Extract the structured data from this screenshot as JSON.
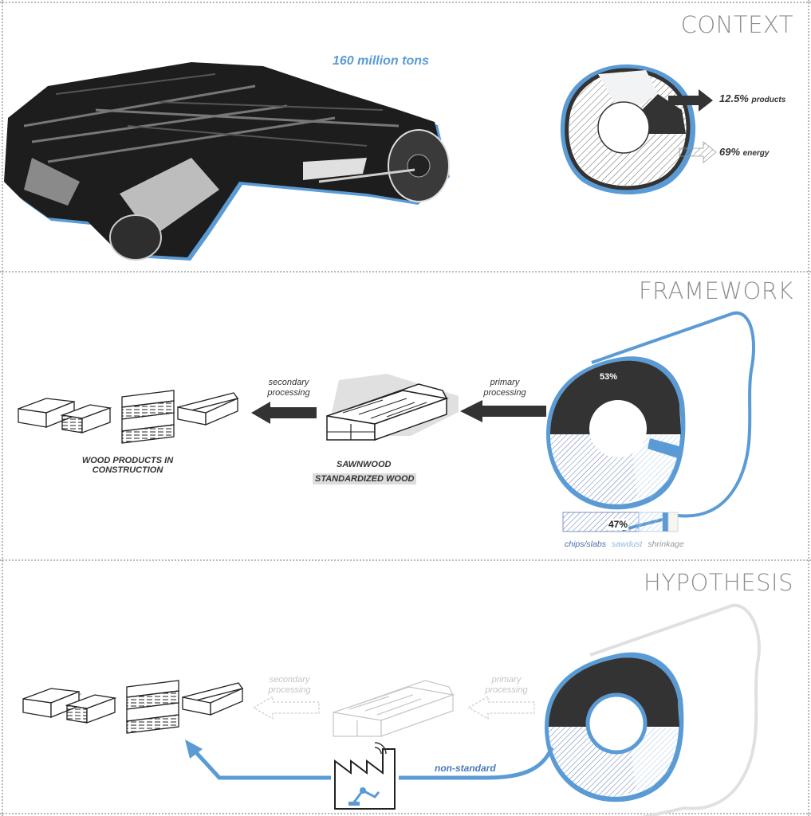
{
  "context": {
    "title": "CONTEXT",
    "tonnage": "160 million tons",
    "products_pct": "12.5%",
    "products_word": "products",
    "energy_pct": "69%",
    "energy_word": "energy"
  },
  "framework": {
    "title": "FRAMEWORK",
    "primary_label": "primary\nprocessing",
    "secondary_label": "secondary\nprocessing",
    "sawnwood_label": "SAWNWOOD",
    "standardized_label": "STANDARDIZED WOOD",
    "products_label_1": "WOOD PRODUCTS IN",
    "products_label_2": "CONSTRUCTION",
    "pct_53": "53%",
    "pct_47": "47%",
    "legend": [
      "chips/slabs",
      "sawdust",
      "shrinkage"
    ]
  },
  "hypothesis": {
    "title": "HYPOTHESIS",
    "primary_label": "primary\nprocessing",
    "secondary_label": "secondary\nprocessing",
    "nonstandard_label": "non-standard"
  },
  "colors": {
    "blue": "#5b9bd5",
    "light_blue": "#9cc3e6",
    "dark": "#333333",
    "grey_text": "#8f8f8f"
  },
  "icons": [
    "log-pile-image",
    "log-ring-diagram",
    "wood-products-icon",
    "sawnwood-icon",
    "factory-robot-icon",
    "arrow-icon"
  ]
}
